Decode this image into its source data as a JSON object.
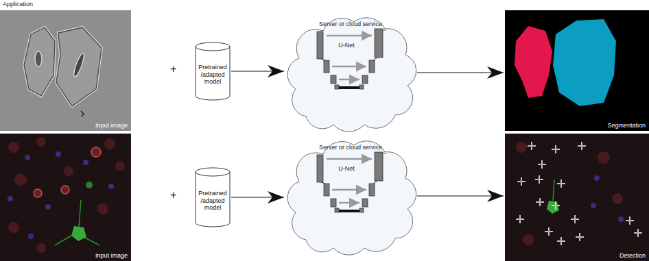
{
  "diagram": {
    "title": "Application",
    "nodes": [
      {
        "text": [
          "Input image"
        ]
      },
      {
        "text": [
          "Pretrained /adapted model"
        ]
      },
      {
        "text": [
          "Server or cloud service",
          "U-Net"
        ]
      },
      {
        "text": [
          "Segmentation"
        ]
      },
      {
        "text": [
          "Input image"
        ]
      },
      {
        "text": [
          "Pretrained /adapted model"
        ]
      },
      {
        "text": [
          "Server or cloud service",
          "U-Net"
        ]
      },
      {
        "text": [
          "Detection"
        ]
      }
    ],
    "edges": [
      {
        "from": 1,
        "to": 2,
        "arrow": "to"
      },
      {
        "from": 2,
        "to": 3,
        "arrow": "to"
      },
      {
        "from": 5,
        "to": 6,
        "arrow": "to"
      },
      {
        "from": 6,
        "to": 7,
        "arrow": "to"
      }
    ],
    "labels": [
      "+",
      "+"
    ]
  }
}
